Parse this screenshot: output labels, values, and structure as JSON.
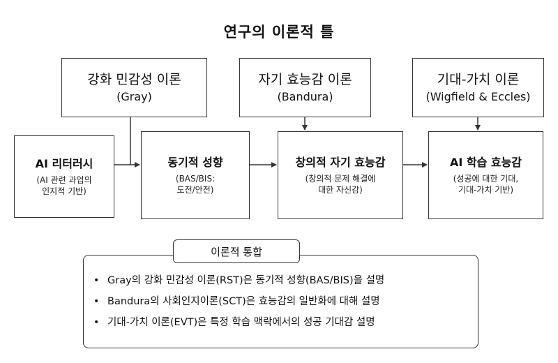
{
  "title": "연구의 이론적 틀",
  "theories": [
    {
      "name": "강화 민감성 이론",
      "author": "(Gray)"
    },
    {
      "name": "자기 효능감 이론",
      "author": "(Bandura)"
    },
    {
      "name": "기대-가치 이론",
      "author": "(Wigfield & Eccles)"
    }
  ],
  "stages": [
    {
      "name": "AI 리터러시",
      "desc1": "(AI 관련 과업의",
      "desc2": "인지적 기반)"
    },
    {
      "name": "동기적 성향",
      "desc1": "(BAS/BIS:",
      "desc2": "도전/안전)"
    },
    {
      "name": "창의적 자기 효능감",
      "desc1": "(창의적 문제 해결에",
      "desc2": "대한 자신감)"
    },
    {
      "name": "AI 학습 효능감",
      "desc1": "(성공에 대한 기대,",
      "desc2": "기대-가치 기반)"
    }
  ],
  "integration": {
    "header": "이론적 통합",
    "items": [
      "Gray의 강화 민감성 이론(RST)은 동기적 성향(BAS/BIS)을 설명",
      "Bandura의 사회인지이론(SCT)은 효능감의 일반화에 대해 설명",
      "기대-가치 이론(EVT)은 특정 학습 맥락에서의 성공 기대감 설명"
    ]
  }
}
